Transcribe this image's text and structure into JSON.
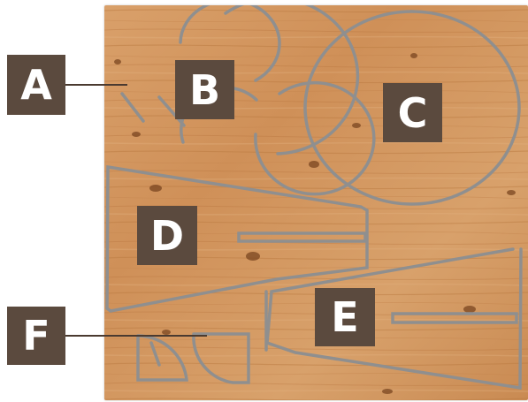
{
  "panel": {
    "description_colors": {
      "wood_base": "#d59a63",
      "wood_dark": "#b87740",
      "groove": "#8f8f8f",
      "label_box": "#5b4a3e",
      "label_text": "#ffffff"
    }
  },
  "labels": {
    "a": "A",
    "b": "B",
    "c": "C",
    "d": "D",
    "e": "E",
    "f": "F"
  }
}
